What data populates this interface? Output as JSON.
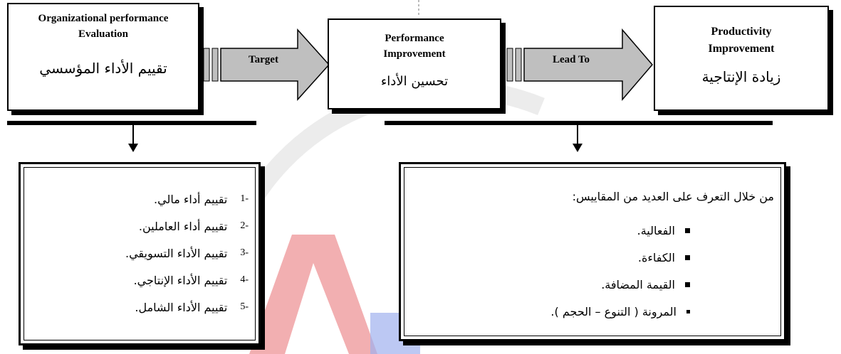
{
  "boxes": {
    "evaluation": {
      "en_line1": "Organizational performance",
      "en_line2": "Evaluation",
      "ar": "تقييم الأداء المؤسسي"
    },
    "improvement": {
      "en_line1": "Performance",
      "en_line2": "Improvement",
      "ar": "تحسين الأداء"
    },
    "productivity": {
      "en_line1": "Productivity",
      "en_line2": "Improvement",
      "ar": "زيادة الإنتاجية"
    }
  },
  "arrows": {
    "target": "Target",
    "lead_to": "Lead To"
  },
  "left_list": [
    {
      "num": "-1",
      "text": "تقييم أداء مالي."
    },
    {
      "num": "-2",
      "text": "تقييم أداء العاملين."
    },
    {
      "num": "-3",
      "text": "تقييم الأداء التسويقي."
    },
    {
      "num": "-4",
      "text": "تقييم الأداء الإنتاجي."
    },
    {
      "num": "-5",
      "text": "تقييم الأداء الشامل."
    }
  ],
  "right_box": {
    "intro": "من خلال التعرف على العديد من المقاييس:",
    "items": [
      "الفعالية.",
      "الكفاءة.",
      "القيمة المضافة.",
      "المرونة ( التنوع – الحجم )."
    ]
  },
  "watermark": {
    "letters": "Ar",
    "color_red": "#e0202a",
    "color_blue": "#2a4fd8"
  }
}
